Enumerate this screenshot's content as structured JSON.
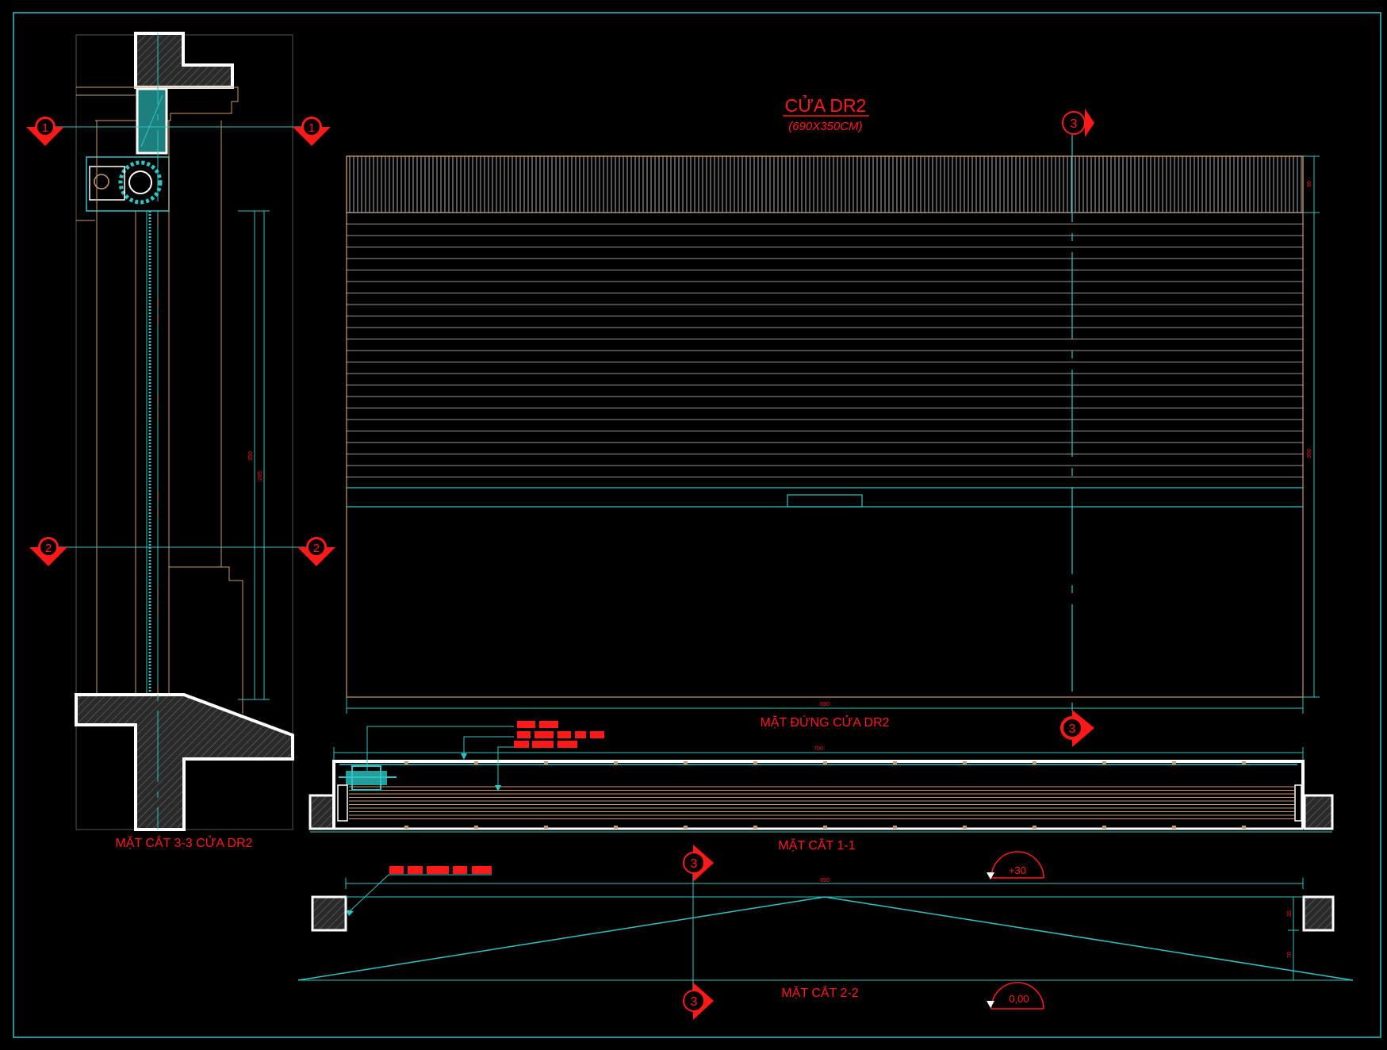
{
  "title": {
    "main": "CỬA DR2",
    "sub": "(690X350CM)"
  },
  "views": {
    "elevation": "MẶT ĐỨNG CỬA DR2",
    "section_11": "MẶT CẮT 1-1",
    "section_22": "MẶT CẮT 2-2",
    "section_33": "MẶT CẮT 3-3 CỬA DR2"
  },
  "markers": {
    "s1": "1",
    "s2": "2",
    "s3": "3"
  },
  "dimensions": {
    "elev_width": "690",
    "plan_width": "700",
    "top_width": "690",
    "elev_height": "350",
    "head_height": "60",
    "sec33_h1": "350",
    "sec33_h2": "285",
    "sec22_h1": "25",
    "sec22_h2": "70"
  },
  "levels": {
    "top": "+30",
    "bottom": "0,00"
  },
  "colors": {
    "cyan": "#2fc4c4",
    "red": "#ff1a1a",
    "tan": "#c89a6a",
    "white": "#ffffff"
  }
}
